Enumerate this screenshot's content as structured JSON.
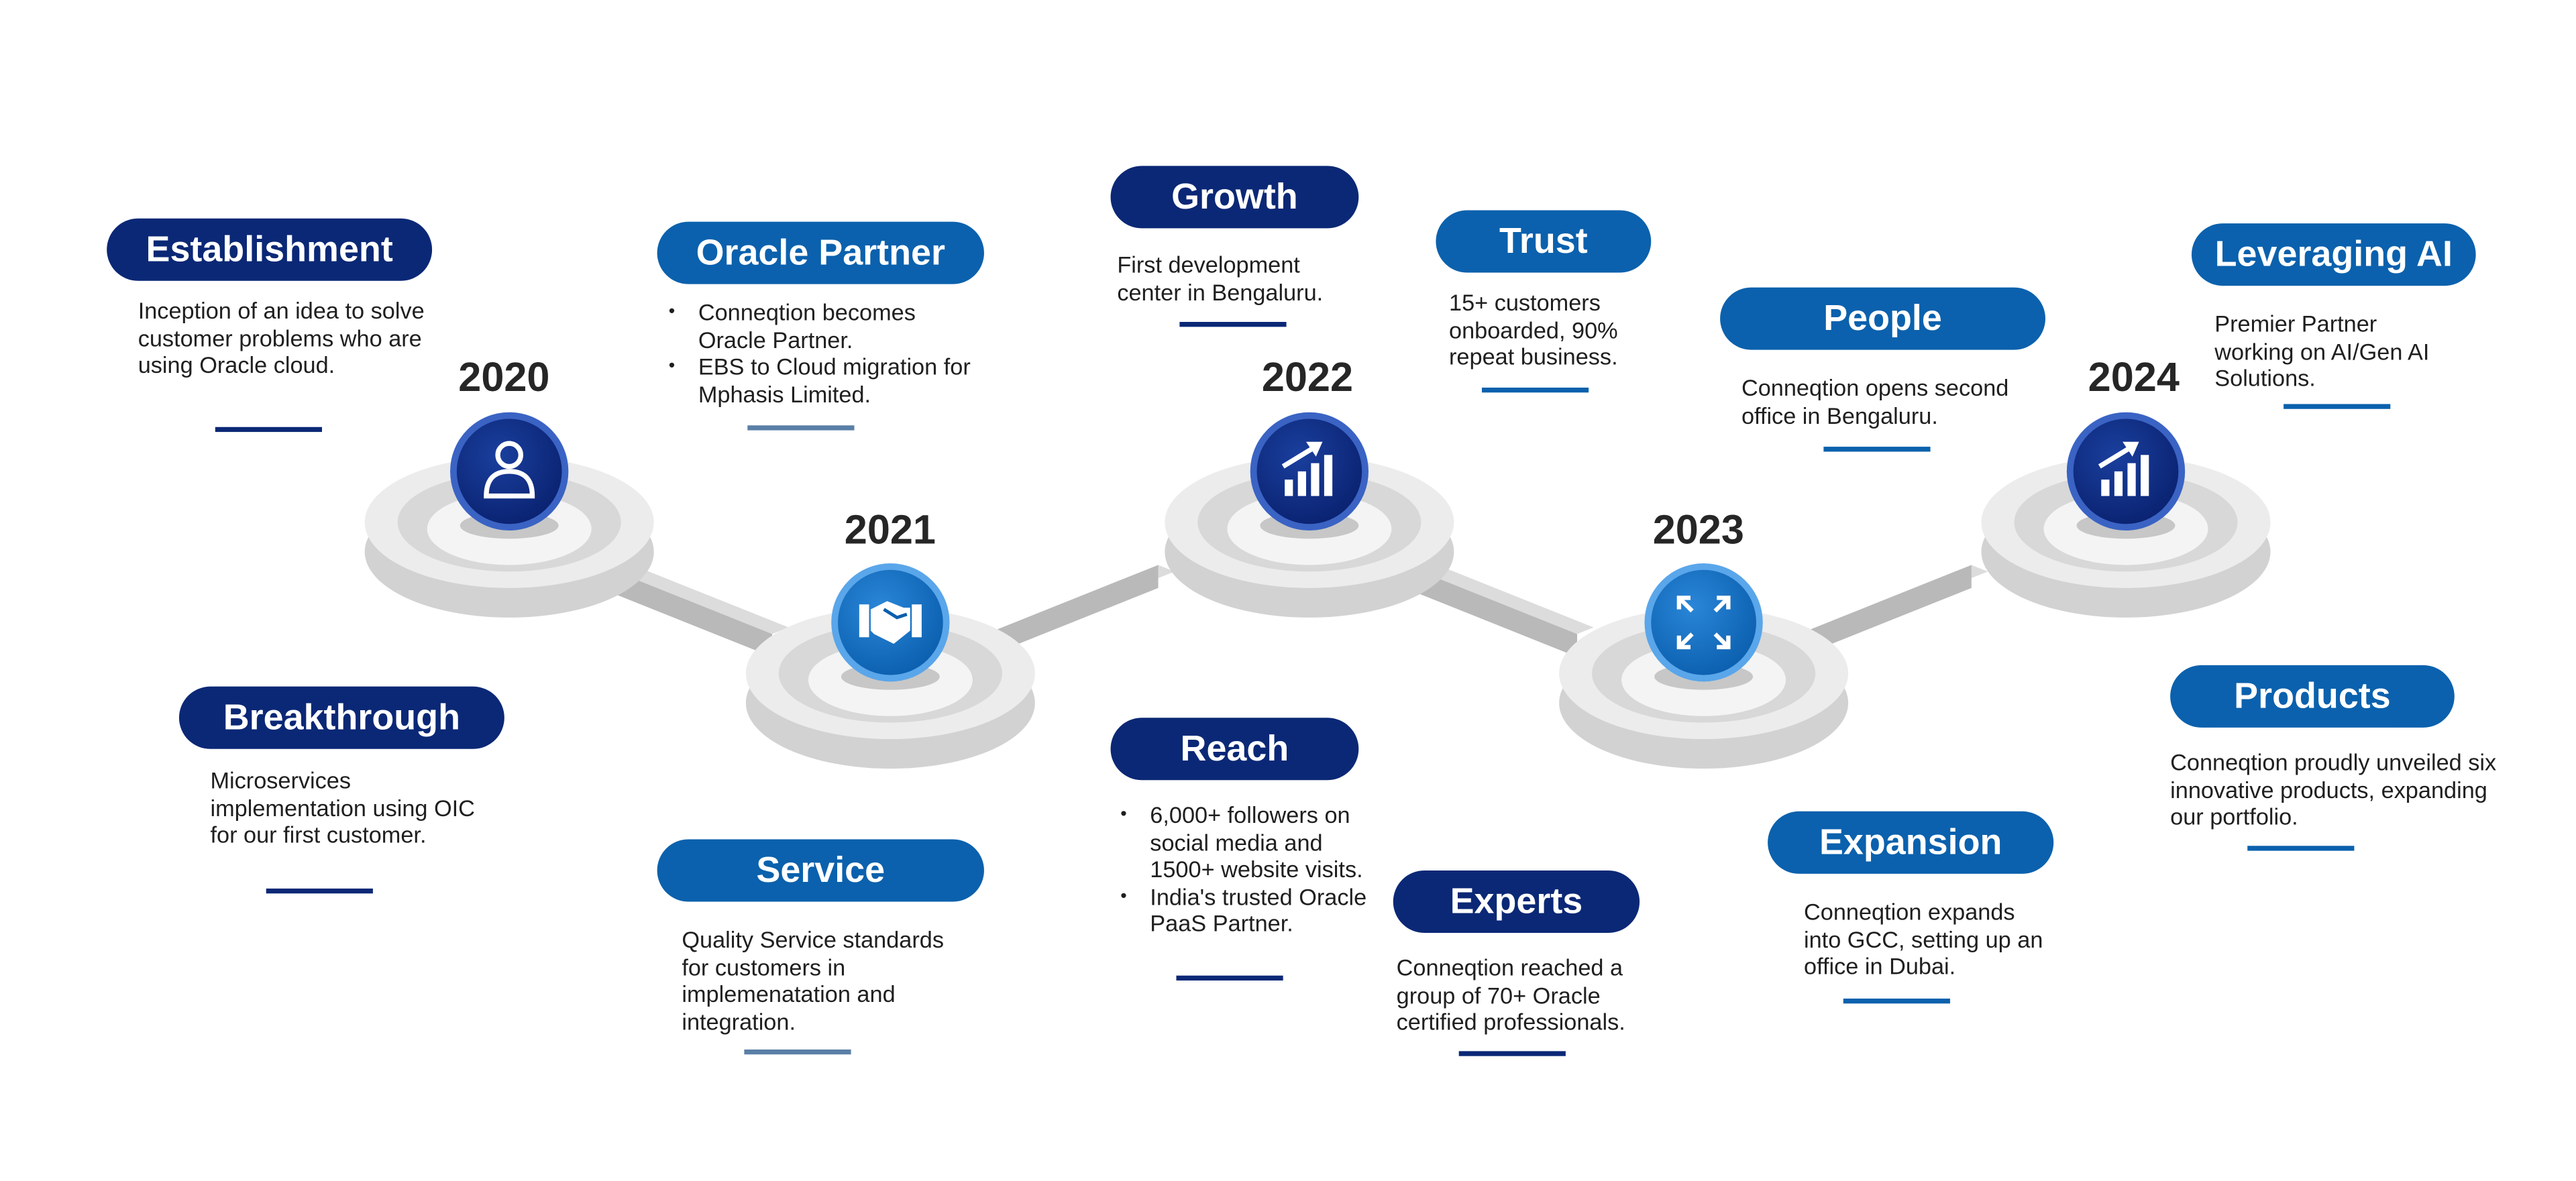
{
  "colors": {
    "dark_navy": "#0b2876",
    "blue": "#0b61ad",
    "steel_line": "#5a7fa6",
    "ring_gray": "#e4e4e4",
    "connector_gray": "#cfcfcf"
  },
  "years": [
    "2020",
    "2021",
    "2022",
    "2023",
    "2024"
  ],
  "nodes": [
    {
      "year": "2020",
      "icon": "user-icon"
    },
    {
      "year": "2021",
      "icon": "handshake-icon"
    },
    {
      "year": "2022",
      "icon": "growth-chart-icon"
    },
    {
      "year": "2023",
      "icon": "expand-arrows-icon"
    },
    {
      "year": "2024",
      "icon": "growth-chart-icon"
    }
  ],
  "milestones": {
    "establishment": {
      "title": "Establishment",
      "text": "Inception of an idea to solve customer problems who are using Oracle cloud."
    },
    "breakthrough": {
      "title": "Breakthrough",
      "text": "Microservices implementation using OIC for our first customer."
    },
    "oracle_partner": {
      "title": "Oracle Partner",
      "bullets": [
        "Conneqtion becomes Oracle Partner.",
        "EBS to Cloud migration for Mphasis Limited."
      ]
    },
    "service": {
      "title": "Service",
      "text": "Quality Service standards for customers in implemenatation and integration."
    },
    "growth": {
      "title": "Growth",
      "text": "First development center in Bengaluru."
    },
    "reach": {
      "title": "Reach",
      "bullets": [
        "6,000+ followers on social media and 1500+ website visits.",
        "India's trusted Oracle PaaS Partner."
      ]
    },
    "trust": {
      "title": "Trust",
      "text": "15+ customers onboarded, 90% repeat business."
    },
    "experts": {
      "title": "Experts",
      "text": "Conneqtion reached a group of 70+ Oracle certified professionals."
    },
    "people": {
      "title": "People",
      "text": "Conneqtion opens second office in Bengaluru."
    },
    "expansion": {
      "title": "Expansion",
      "text": "Conneqtion expands into GCC, setting up an office in Dubai."
    },
    "leveraging_ai": {
      "title": "Leveraging AI",
      "text": "Premier Partner working on AI/Gen AI Solutions."
    },
    "products": {
      "title": "Products",
      "text": "Conneqtion proudly unveiled six innovative products, expanding our portfolio."
    }
  }
}
